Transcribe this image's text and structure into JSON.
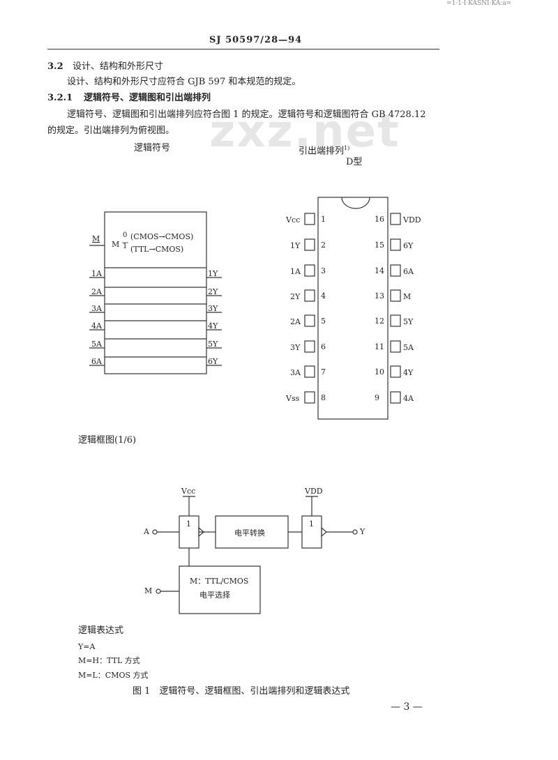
{
  "corner_mark": "=1·1·I·KASNI·KA:a=",
  "header": {
    "doc_no": "SJ 50597/28—94"
  },
  "section": {
    "num": "3.2",
    "title": "设计、结构和外形尺寸",
    "body": "设计、结构和外形尺寸应符合 GJB 597 和本规范的规定。"
  },
  "subsection": {
    "num": "3.2.1",
    "title": "逻辑符号、逻辑图和引出端排列",
    "body_line1": "逻辑符号、逻辑图和引出端排列应符合图 1 的规定。逻辑符号和逻辑图符合 GB 4728.12",
    "body_line2": "的规定。引出端排列为俯视图。"
  },
  "watermark": "zxz.net",
  "logic_symbol": {
    "caption": "逻辑符号",
    "m_label": "M",
    "m_inner": "M",
    "m_frac_top": "0",
    "m_frac_bottom": "1",
    "mode1": "(CMOS→CMOS)",
    "mode2": "(TTL→CMOS)",
    "inputs": [
      "1A",
      "2A",
      "3A",
      "4A",
      "5A",
      "6A"
    ],
    "outputs": [
      "1Y",
      "2Y",
      "3Y",
      "4Y",
      "5Y",
      "6Y"
    ]
  },
  "pinout": {
    "caption": "引出端排列",
    "caption_sup": "1)",
    "package": "D型",
    "left_pins": [
      {
        "num": "1",
        "name": "Vcc"
      },
      {
        "num": "2",
        "name": "1Y"
      },
      {
        "num": "3",
        "name": "1A"
      },
      {
        "num": "4",
        "name": "2Y"
      },
      {
        "num": "5",
        "name": "2A"
      },
      {
        "num": "6",
        "name": "3Y"
      },
      {
        "num": "7",
        "name": "3A"
      },
      {
        "num": "8",
        "name": "Vss"
      }
    ],
    "right_pins": [
      {
        "num": "16",
        "name": "VDD"
      },
      {
        "num": "15",
        "name": "6Y"
      },
      {
        "num": "14",
        "name": "6A"
      },
      {
        "num": "13",
        "name": "M"
      },
      {
        "num": "12",
        "name": "5Y"
      },
      {
        "num": "11",
        "name": "5A"
      },
      {
        "num": "10",
        "name": "4Y"
      },
      {
        "num": "9",
        "name": "4A"
      }
    ]
  },
  "block_diagram": {
    "caption": "逻辑框图(1/6)",
    "vcc": "Vcc",
    "vdd": "VDD",
    "in_a": "A",
    "out_y": "Y",
    "in_m": "M",
    "buf1": "1",
    "buf2": "1",
    "level_shift": "电平转换",
    "msel_line1": "M：TTL/CMOS",
    "msel_line2": "电平选择"
  },
  "expression": {
    "title": "逻辑表达式",
    "line1": "Y=A",
    "line2": "M=H：TTL 方式",
    "line3": "M=L：CMOS 方式"
  },
  "figure_caption": "图 1　逻辑符号、逻辑框图、引出端排列和逻辑表达式",
  "page_number": "— 3 —"
}
